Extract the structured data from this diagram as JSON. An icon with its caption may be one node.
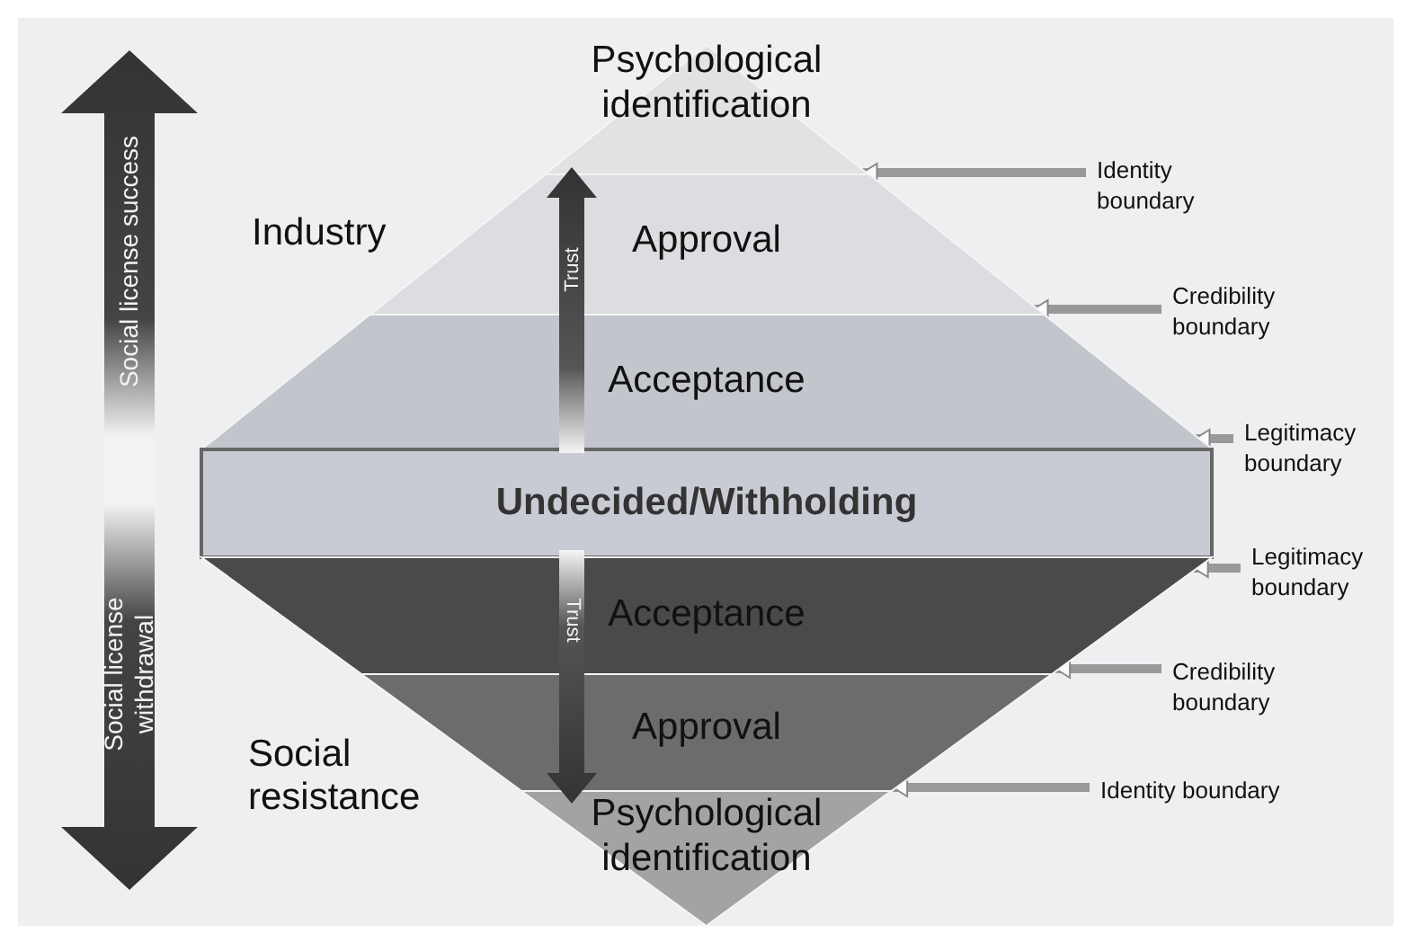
{
  "diagram": {
    "nodes": [
      {
        "text": [
          "Psychological identification"
        ]
      },
      {
        "text": [
          "Approval"
        ]
      },
      {
        "text": [
          "Acceptance"
        ]
      },
      {
        "text": [
          "Undecided/Withholding"
        ]
      },
      {
        "text": [
          "Acceptance"
        ]
      },
      {
        "text": [
          "Approval"
        ]
      },
      {
        "text": [
          "Psychological identification"
        ]
      },
      {
        "text": [
          "Identity boundary"
        ]
      },
      {
        "text": [
          "Credibility boundary"
        ]
      },
      {
        "text": [
          "Legitimacy boundary"
        ]
      },
      {
        "text": [
          "Legitimacy boundary"
        ]
      },
      {
        "text": [
          "Credibility boundary"
        ]
      },
      {
        "text": [
          "Identity boundary"
        ]
      }
    ],
    "edges": [
      {
        "from": 7,
        "to": 0,
        "arrow": "to"
      },
      {
        "from": 8,
        "to": 1,
        "arrow": "to"
      },
      {
        "from": 9,
        "to": 2,
        "arrow": "to"
      },
      {
        "from": 10,
        "to": 4,
        "arrow": "to"
      },
      {
        "from": 11,
        "to": 5,
        "arrow": "to"
      },
      {
        "from": 12,
        "to": 6,
        "arrow": "to"
      }
    ],
    "labels": [
      "Social license success",
      "Industry",
      "Trust",
      "Trust",
      "Social license withdrawal",
      "Social resistance"
    ]
  }
}
